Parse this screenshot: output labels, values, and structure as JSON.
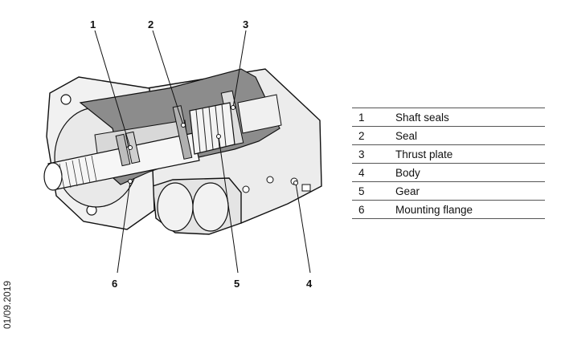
{
  "callouts": [
    "1",
    "2",
    "3",
    "4",
    "5",
    "6"
  ],
  "legend": [
    {
      "num": "1",
      "label": "Shaft seals"
    },
    {
      "num": "2",
      "label": "Seal"
    },
    {
      "num": "3",
      "label": "Thrust plate"
    },
    {
      "num": "4",
      "label": "Body"
    },
    {
      "num": "5",
      "label": "Gear"
    },
    {
      "num": "6",
      "label": "Mounting flange"
    }
  ],
  "date": "01/09.2019"
}
